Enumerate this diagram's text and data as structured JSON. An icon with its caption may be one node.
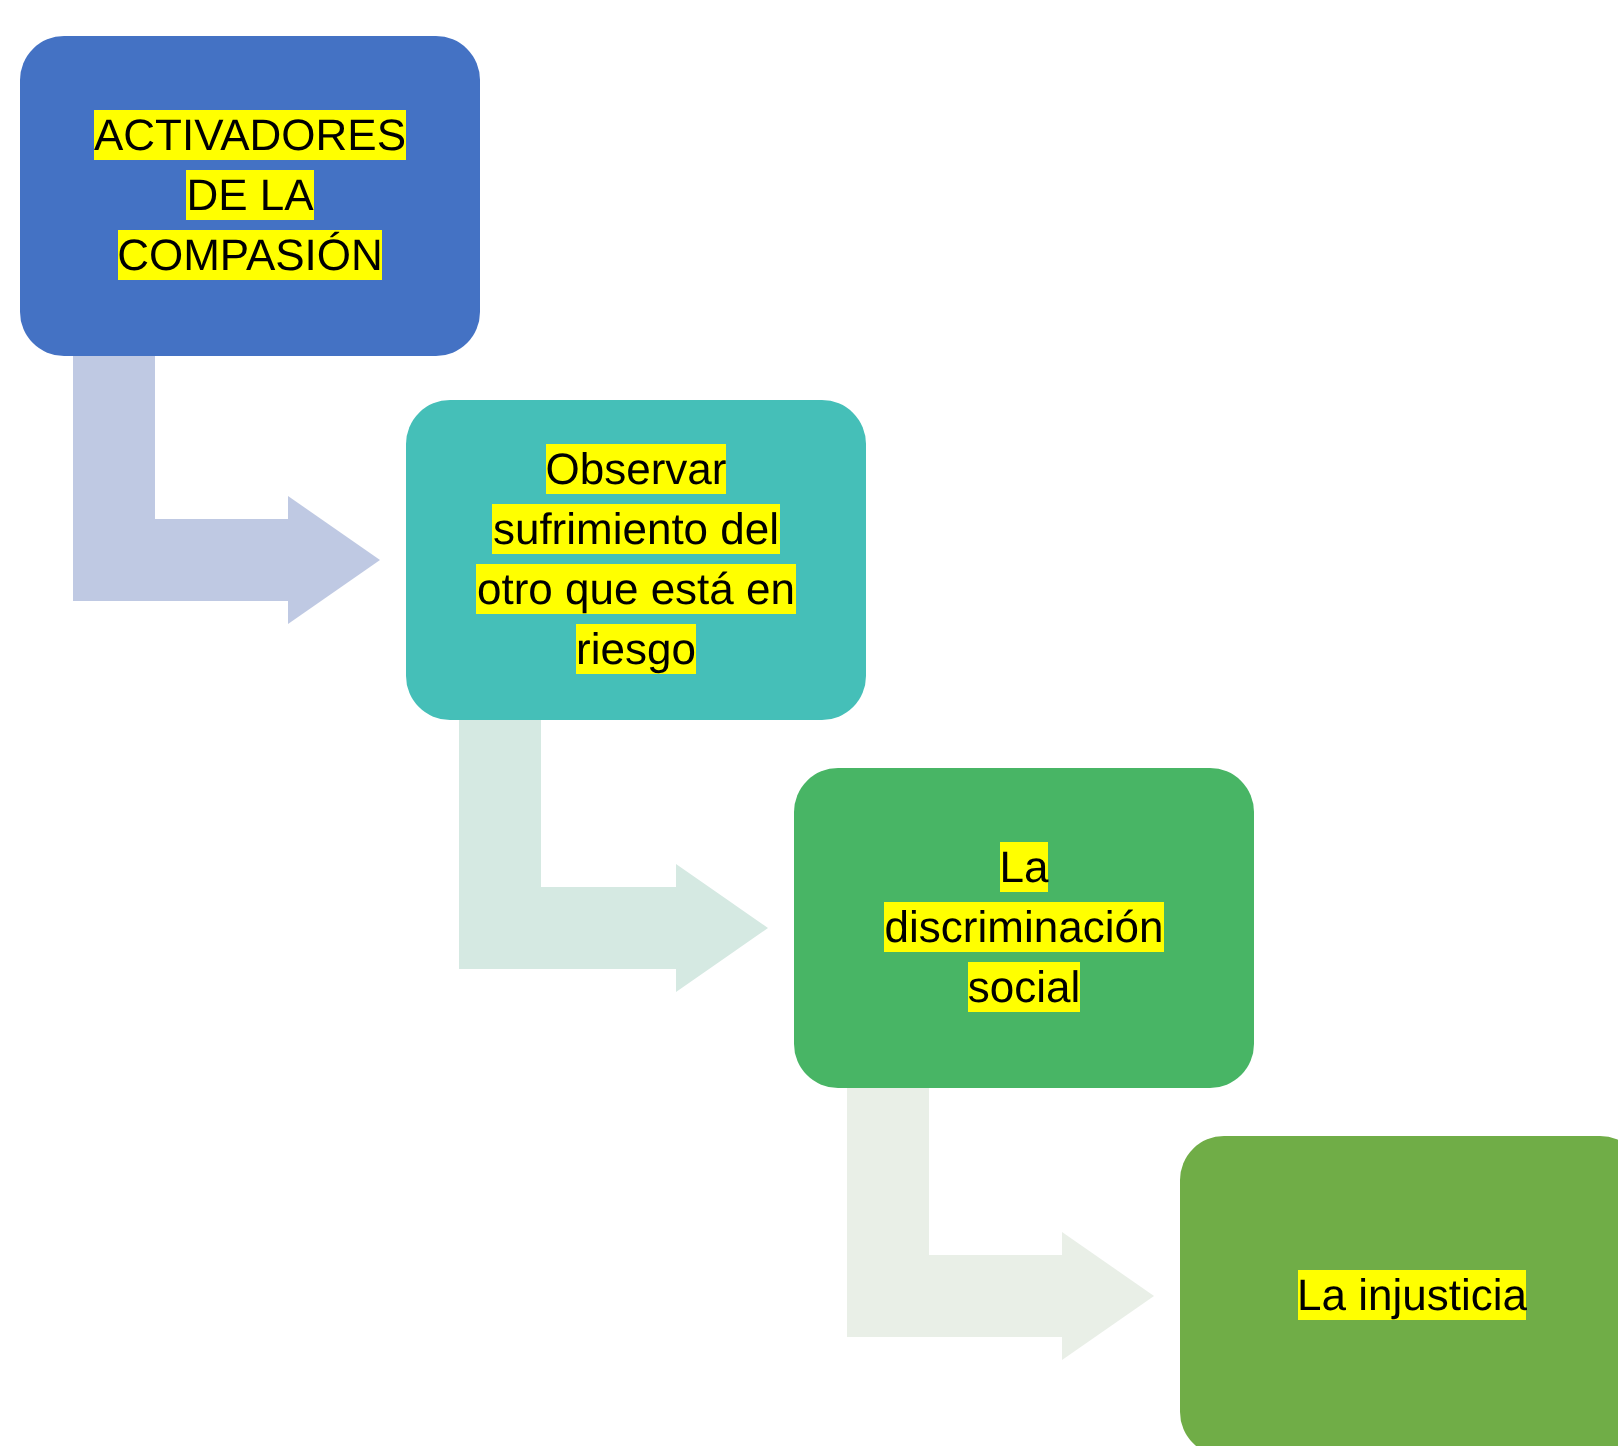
{
  "diagram": {
    "nodes": [
      {
        "text": [
          "ACTIVADORES DE LA COMPASIÓN"
        ]
      },
      {
        "text": [
          "Observar sufrimiento del otro que está en riesgo"
        ]
      },
      {
        "text": [
          "La discriminación social"
        ]
      },
      {
        "text": [
          "La injusticia"
        ]
      }
    ],
    "edges": [
      {
        "from": 0,
        "to": 1,
        "arrow": "to",
        "color": "#bfc9e3"
      },
      {
        "from": 1,
        "to": 2,
        "arrow": "to",
        "color": "#d5e9e2"
      },
      {
        "from": 2,
        "to": 3,
        "arrow": "to",
        "color": "#e9efe7"
      }
    ]
  }
}
